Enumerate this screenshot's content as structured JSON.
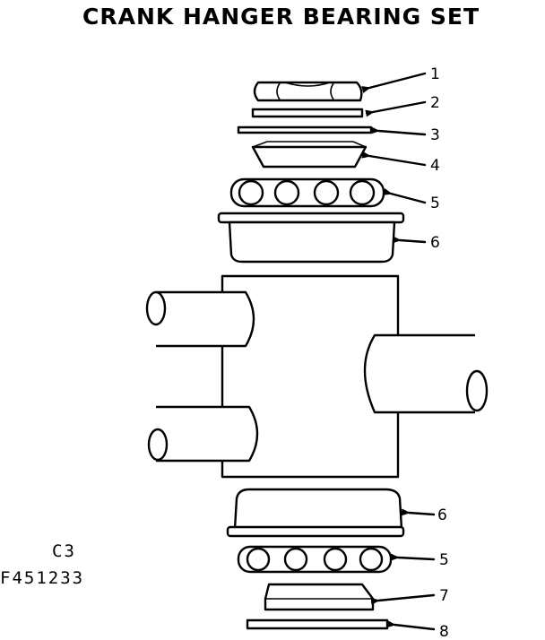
{
  "title": "CRANK HANGER BEARING SET",
  "codes": {
    "c3": "C3",
    "figure": "F451233"
  },
  "callouts": [
    "1",
    "2",
    "3",
    "4",
    "5",
    "6",
    "6",
    "5",
    "7",
    "8"
  ]
}
